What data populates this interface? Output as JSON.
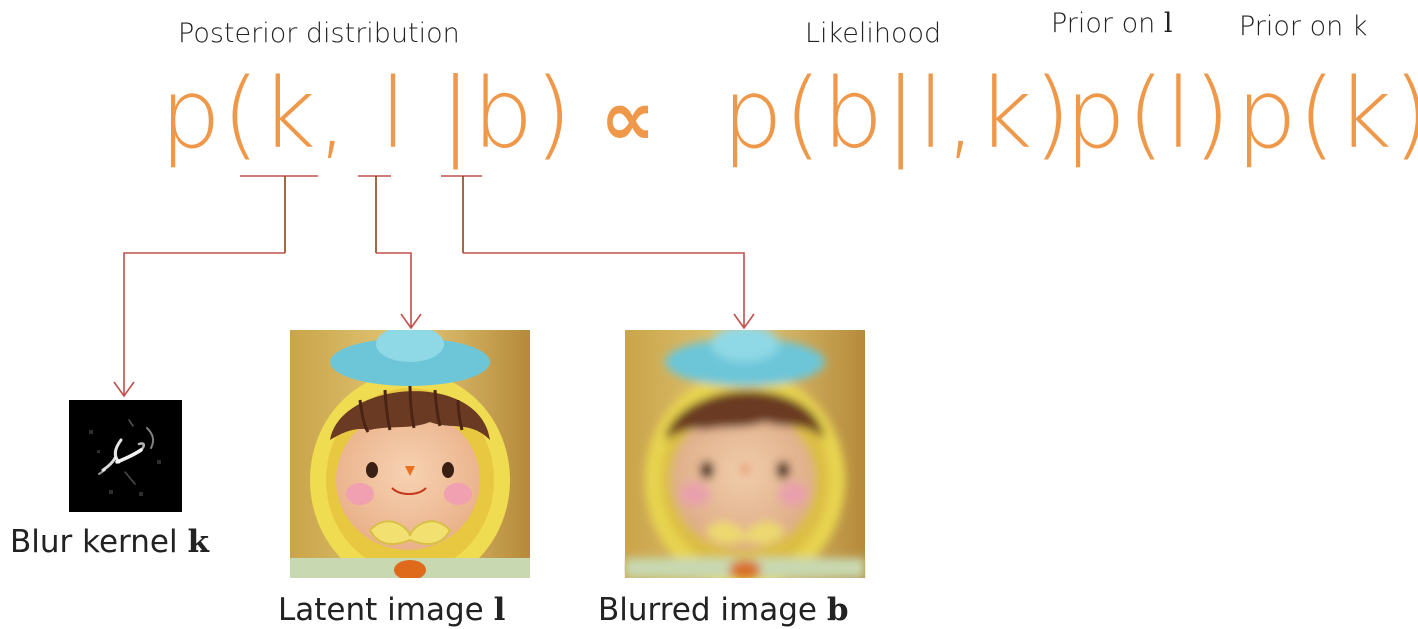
{
  "labels": {
    "posterior": "Posterior distribution",
    "likelihood": "Likelihood",
    "prior_l_text": "Prior on ",
    "prior_l_sym": "l",
    "prior_k_text": "Prior on ",
    "prior_k_sym": "k"
  },
  "formula": {
    "lhs": "p(k, l |b)",
    "propto": "∝",
    "likelihood": "p(b|l,k)",
    "prior_l": "p(l)",
    "prior_k": "p(k)"
  },
  "captions": {
    "kernel_text": "Blur kernel ",
    "kernel_sym": "k",
    "latent_text": "Latent image ",
    "latent_sym": "l",
    "blurred_text": "Blurred image ",
    "blurred_sym": "b"
  },
  "colors": {
    "formula": "#f0984a",
    "arrows": "#c0504d",
    "connector": "#8b4513"
  }
}
